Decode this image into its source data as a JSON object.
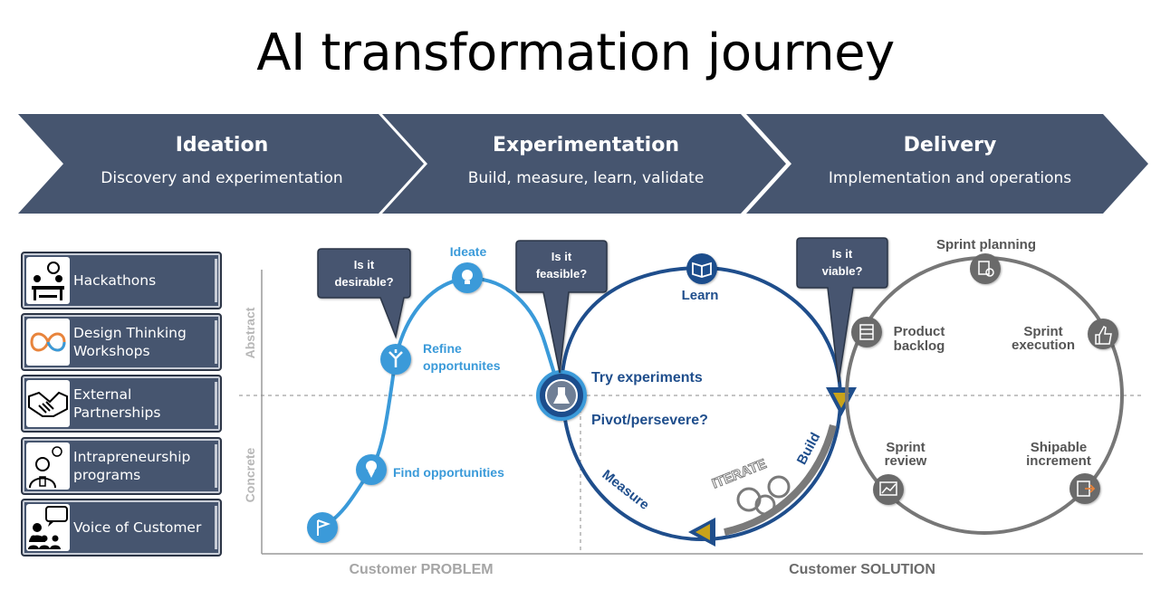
{
  "title": "AI transformation journey",
  "phases": [
    {
      "title": "Ideation",
      "subtitle": "Discovery and experimentation"
    },
    {
      "title": "Experimentation",
      "subtitle": "Build, measure, learn, validate"
    },
    {
      "title": "Delivery",
      "subtitle": "Implementation and operations"
    }
  ],
  "sidebar": {
    "items": [
      {
        "label": "Hackathons",
        "icon": "team-table-icon"
      },
      {
        "label": "Design Thinking\nWorkshops",
        "icon": "infinity-icon"
      },
      {
        "label": "External\nPartnerships",
        "icon": "handshake-icon"
      },
      {
        "label": "Intrapreneurship\nprograms",
        "icon": "person-idea-icon"
      },
      {
        "label": "Voice of Customer",
        "icon": "audience-speech-icon"
      }
    ]
  },
  "diagram": {
    "axis_abstract": "Abstract",
    "axis_concrete": "Concrete",
    "x_problem": "Customer PROBLEM",
    "x_solution": "Customer SOLUTION",
    "callout_desirable": [
      "Is it",
      "desirable?"
    ],
    "callout_feasible": [
      "Is it",
      "feasible?"
    ],
    "callout_viable": [
      "Is it",
      "viable?"
    ],
    "ideate": "Ideate",
    "refine": [
      "Refine",
      "opportunites"
    ],
    "find": "Find opportunities",
    "learn": "Learn",
    "try": "Try experiments",
    "pivot": "Pivot/persevere?",
    "measure": "Measure",
    "build": "Build",
    "iterate": "ITERATE",
    "sprint_planning": "Sprint planning",
    "product_backlog": [
      "Product",
      "backlog"
    ],
    "sprint_execution": [
      "Sprint",
      "execution"
    ],
    "sprint_review": [
      "Sprint",
      "review"
    ],
    "shipable_increment": [
      "Shipable",
      "increment"
    ],
    "colors": {
      "light_blue": "#3a9ad9",
      "dark_blue": "#1f4e8c",
      "grey": "#6e6e6e",
      "gold": "#c8a21a",
      "navy": "#46556f"
    }
  }
}
